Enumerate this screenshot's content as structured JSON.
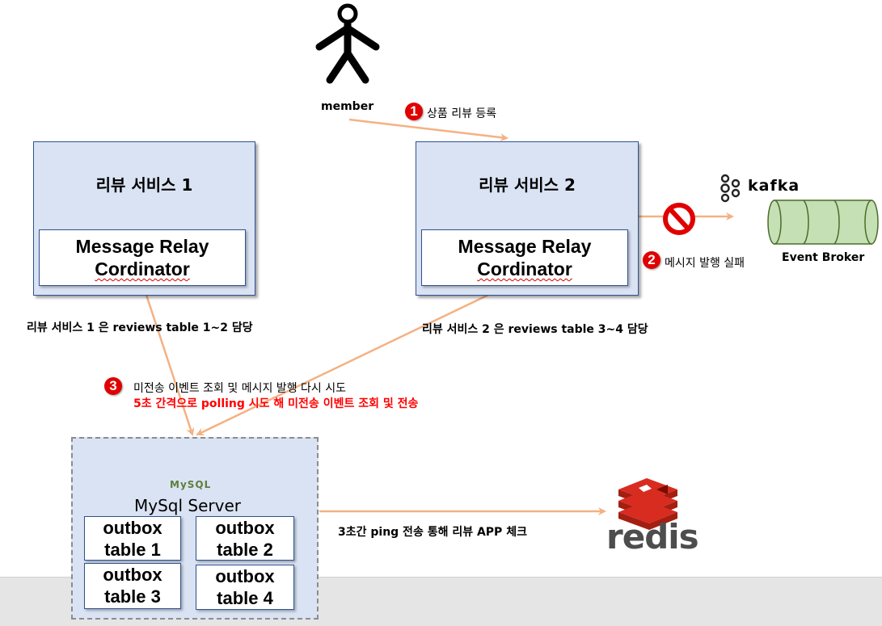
{
  "actor": {
    "label": "member"
  },
  "services": [
    {
      "title": "리뷰 서비스 1",
      "relay_line1": "Message Relay",
      "relay_line2": "Cordinator",
      "note": "리뷰 서비스 1 은 reviews table 1~2 담당"
    },
    {
      "title": "리뷰 서비스 2",
      "relay_line1": "Message Relay",
      "relay_line2": "Cordinator",
      "note": "리뷰 서비스 2 은 reviews table 3~4 담당"
    }
  ],
  "steps": [
    {
      "number": "1",
      "text": "상품 리뷰 등록"
    },
    {
      "number": "2",
      "text": "메시지 발행 실패"
    },
    {
      "number": "3",
      "text": "미전송 이벤트 조회 및 메시지 발행 다시 시도",
      "subtext": "5초 간격으로 polling 시도 해 미전송 이벤트 조회 및 전송"
    }
  ],
  "broker": {
    "logo_text": "kafka",
    "label": "Event Broker"
  },
  "database": {
    "logo_text": "MySQL",
    "label": "MySql Server",
    "tables": [
      {
        "line1": "outbox",
        "line2": "table 1"
      },
      {
        "line1": "outbox",
        "line2": "table 2"
      },
      {
        "line1": "outbox",
        "line2": "table 3"
      },
      {
        "line1": "outbox",
        "line2": "table 4"
      }
    ]
  },
  "cache": {
    "logo_text": "redis",
    "ping_note": "3초간 ping 전송 통해 리뷰 APP 체크"
  },
  "colors": {
    "arrow": "#f4b183",
    "box_fill": "#dae3f3",
    "box_border": "#2f528f",
    "badge": "#e00000",
    "redis": "#d82c20"
  }
}
